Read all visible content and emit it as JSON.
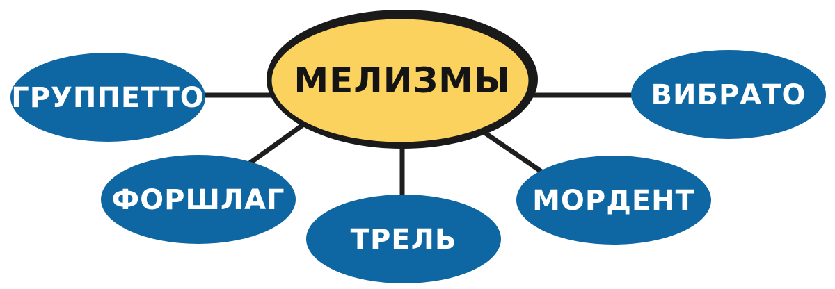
{
  "center": {
    "label": "МЕЛИЗМЫ",
    "fill_color": "#fcd25f",
    "outline_color": "#1a1a1a"
  },
  "nodes": [
    {
      "id": "gruppetto",
      "label": "ГРУППЕТТО"
    },
    {
      "id": "vibrato",
      "label": "ВИБРАТО"
    },
    {
      "id": "forshlag",
      "label": "ФОРШЛАГ"
    },
    {
      "id": "trel",
      "label": "ТРЕЛЬ"
    },
    {
      "id": "mordent",
      "label": "МОРДЕНТ"
    }
  ],
  "colors": {
    "node_fill": "#0e67a3",
    "node_text": "#ffffff",
    "connector": "#1e1e1e",
    "background": "#ffffff"
  }
}
